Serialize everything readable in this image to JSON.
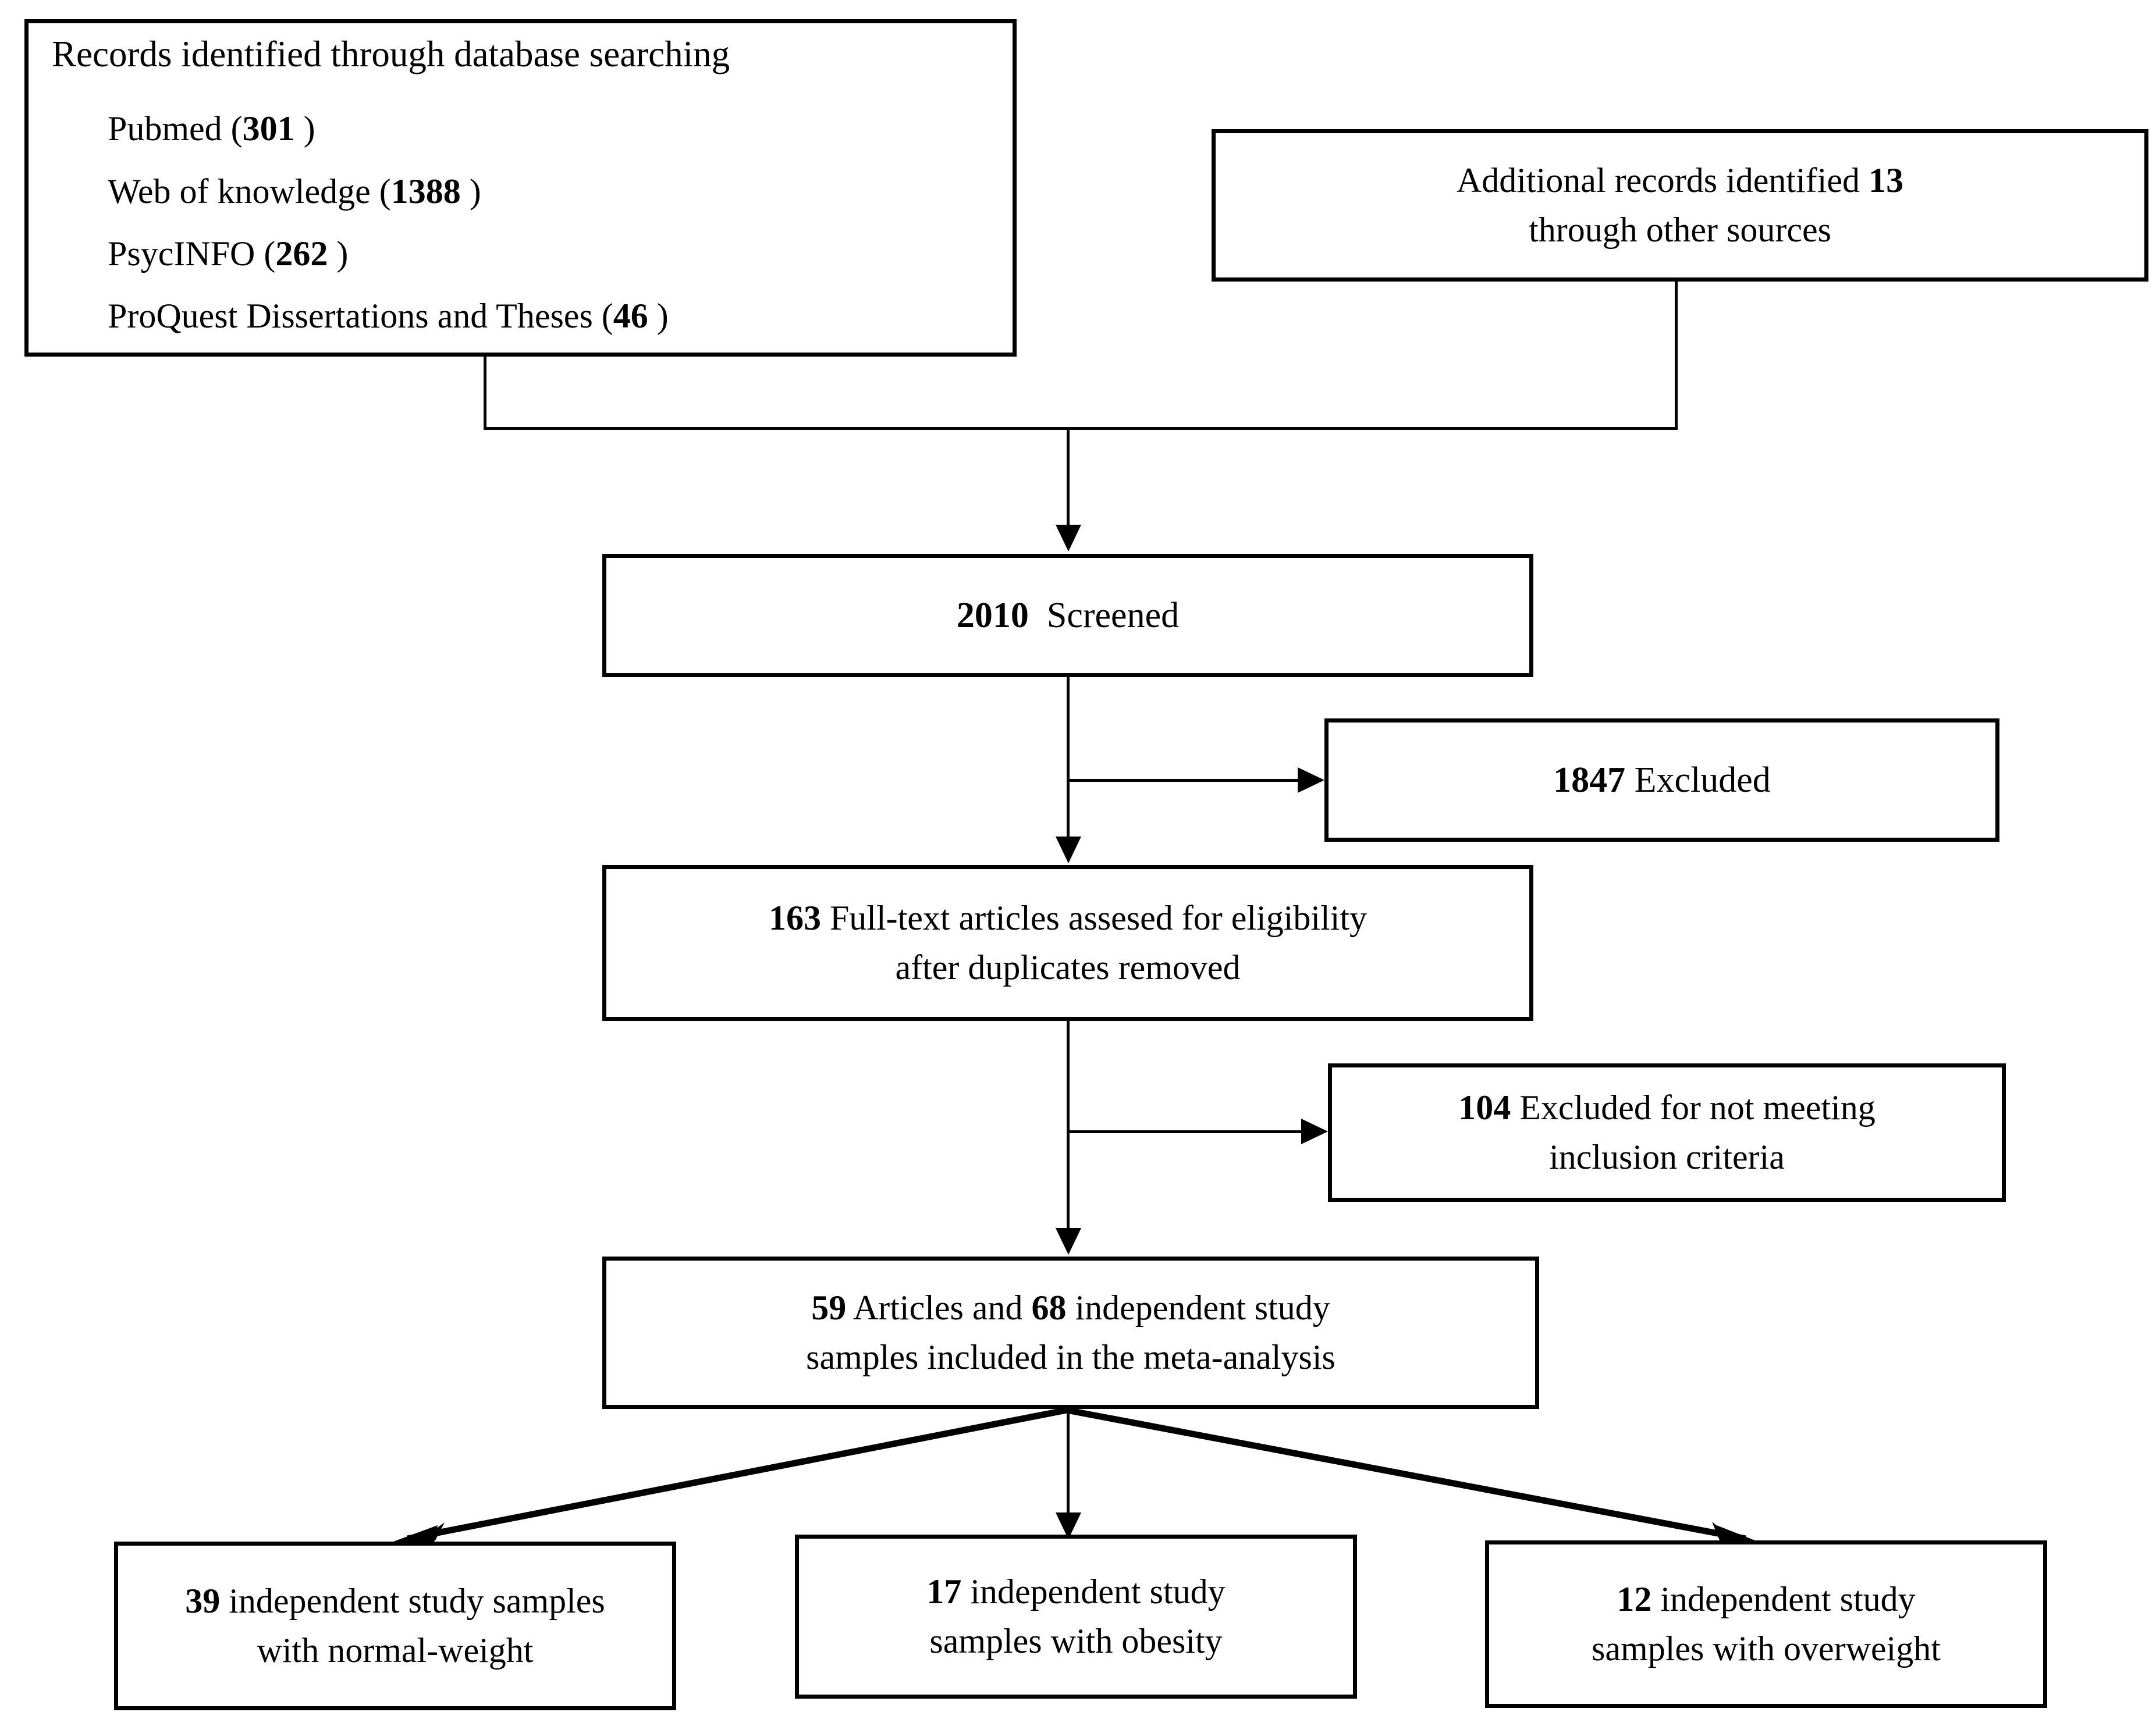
{
  "diagram": {
    "type": "prisma-flow-diagram",
    "boxes": {
      "database_search": {
        "title": "Records identified through database searching",
        "sources": [
          {
            "name": "Pubmed",
            "open": "(",
            "count": "301",
            "close": ")"
          },
          {
            "name": "Web of knowledge",
            "open": "(",
            "count": "1388",
            "close": ")"
          },
          {
            "name": "PsycINFO",
            "open": "(",
            "count": "262",
            "close": ")"
          },
          {
            "name": "ProQuest Dissertations and Theses",
            "open": "(",
            "count": "46",
            "close": ")"
          }
        ]
      },
      "additional_records": {
        "line1_prefix": "Additional records identified ",
        "line1_count": "13",
        "line2": "through other sources"
      },
      "screened": {
        "count": "2010",
        "label": "Screened"
      },
      "excluded_screening": {
        "count": "1847",
        "label": "Excluded"
      },
      "full_text": {
        "count": "163",
        "line1": "Full-text articles assesed for eligibility",
        "line2": "after duplicates removed"
      },
      "excluded_eligibility": {
        "count": "104",
        "line1": "Excluded for not meeting",
        "line2": "inclusion criteria"
      },
      "included": {
        "articles_count": "59",
        "articles_label": "Articles and ",
        "samples_count": "68",
        "line1_tail": "independent study",
        "line2": "samples included in the meta-analysis"
      },
      "subgroup_normal_weight": {
        "count": "39",
        "line1_tail": "independent study samples",
        "line2": "with normal-weight"
      },
      "subgroup_obesity": {
        "count": "17",
        "line1_tail": "independent study",
        "line2": "samples with obesity"
      },
      "subgroup_overweight": {
        "count": "12",
        "line1_tail": "independent study",
        "line2": "samples with overweight"
      }
    },
    "colors": {
      "stroke": "#000000",
      "fill": "#ffffff",
      "text": "#000000"
    }
  }
}
